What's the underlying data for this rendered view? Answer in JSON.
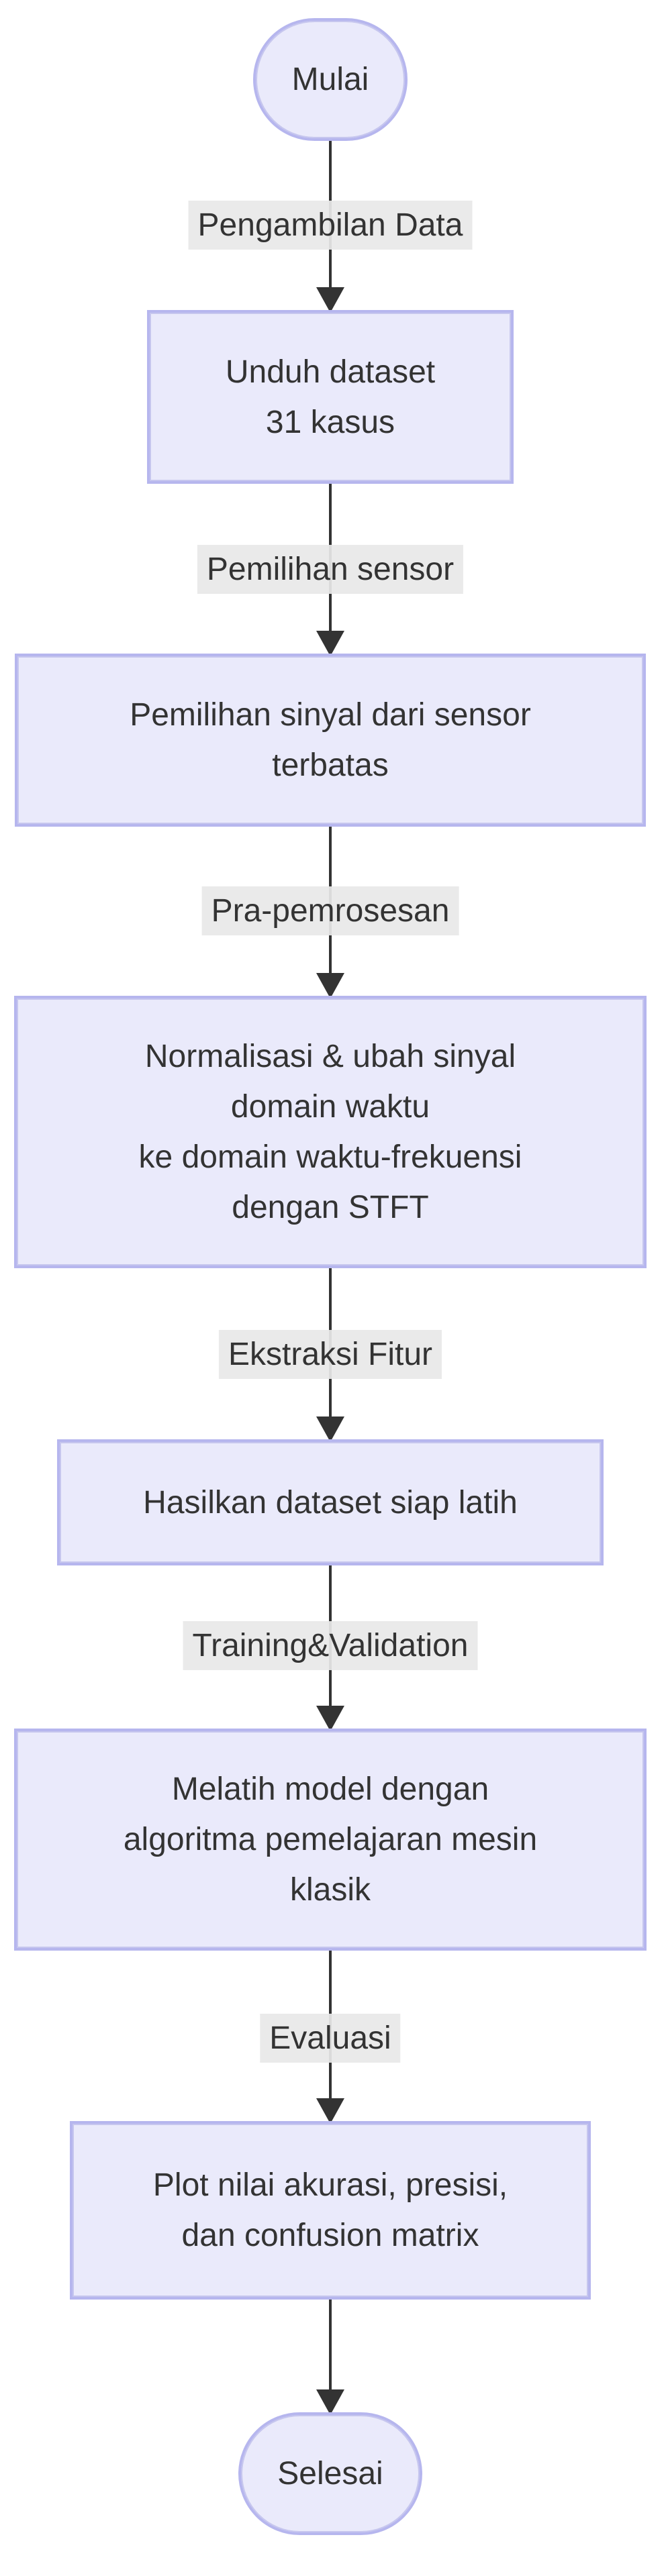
{
  "diagram": {
    "type": "flowchart",
    "direction": "top-down",
    "colors": {
      "node_fill": "#EAEAFB",
      "node_border": "#B6B6EE",
      "node_border_inner": "#9C9CDE",
      "edge_label_bg": "#E8E8E8",
      "line": "#333333",
      "text": "#333333",
      "background": "#FFFFFF"
    },
    "nodes": [
      {
        "id": "start",
        "shape": "stadium",
        "label": "Mulai"
      },
      {
        "id": "download",
        "shape": "process",
        "label": "Unduh dataset\n31 kasus"
      },
      {
        "id": "select",
        "shape": "process",
        "label": "Pemilihan sinyal dari sensor\nterbatas"
      },
      {
        "id": "preprocess",
        "shape": "process",
        "label": "Normalisasi & ubah sinyal\ndomain waktu\nke domain waktu-frekuensi\ndengan STFT"
      },
      {
        "id": "feature",
        "shape": "process",
        "label": "Hasilkan dataset siap latih"
      },
      {
        "id": "train",
        "shape": "process",
        "label": "Melatih model dengan\nalgoritma pemelajaran mesin\nklasik"
      },
      {
        "id": "evaluate",
        "shape": "process",
        "label": "Plot nilai akurasi, presisi,\ndan confusion matrix"
      },
      {
        "id": "end",
        "shape": "stadium",
        "label": "Selesai"
      }
    ],
    "edges": [
      {
        "from": "start",
        "to": "download",
        "label": "Pengambilan Data"
      },
      {
        "from": "download",
        "to": "select",
        "label": "Pemilihan sensor"
      },
      {
        "from": "select",
        "to": "preprocess",
        "label": "Pra-pemrosesan"
      },
      {
        "from": "preprocess",
        "to": "feature",
        "label": "Ekstraksi Fitur"
      },
      {
        "from": "feature",
        "to": "train",
        "label": "Training&Validation"
      },
      {
        "from": "train",
        "to": "evaluate",
        "label": "Evaluasi"
      },
      {
        "from": "evaluate",
        "to": "end",
        "label": ""
      }
    ]
  }
}
